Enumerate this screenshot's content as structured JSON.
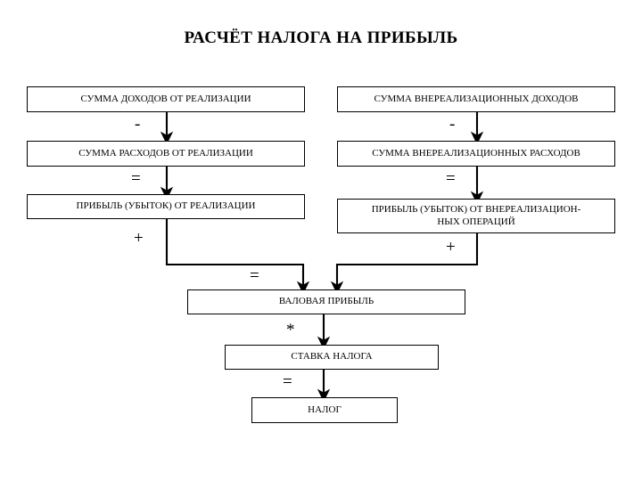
{
  "title": "РАСЧЁТ НАЛОГА НА ПРИБЫЛЬ",
  "colors": {
    "background": "#ffffff",
    "line": "#000000",
    "text": "#000000"
  },
  "boxes": {
    "sales_income": "СУММА ДОХОДОВ ОТ РЕАЛИЗАЦИИ",
    "sales_expenses": "СУММА РАСХОДОВ ОТ РЕАЛИЗАЦИИ",
    "sales_profit": "ПРИБЫЛЬ (УБЫТОК) ОТ РЕАЛИЗАЦИИ",
    "nonsales_income": "СУММА ВНЕРЕАЛИЗАЦИОННЫХ ДОХОДОВ",
    "nonsales_expenses": "СУММА ВНЕРЕАЛИЗАЦИОННЫХ РАСХОДОВ",
    "nonsales_profit_line1": "ПРИБЫЛЬ (УБЫТОК) ОТ ВНЕРЕАЛИЗАЦИОН-",
    "nonsales_profit_line2": "НЫХ ОПЕРАЦИЙ",
    "gross_profit": "ВАЛОВАЯ ПРИБЫЛЬ",
    "tax_rate": "СТАВКА НАЛОГА",
    "tax": "НАЛОГ"
  },
  "operators": {
    "left_minus": "-",
    "left_equals": "=",
    "left_plus": "+",
    "right_minus": "-",
    "right_equals": "=",
    "right_plus": "+",
    "gross_equals": "=",
    "multiply": "*",
    "tax_equals": "="
  }
}
